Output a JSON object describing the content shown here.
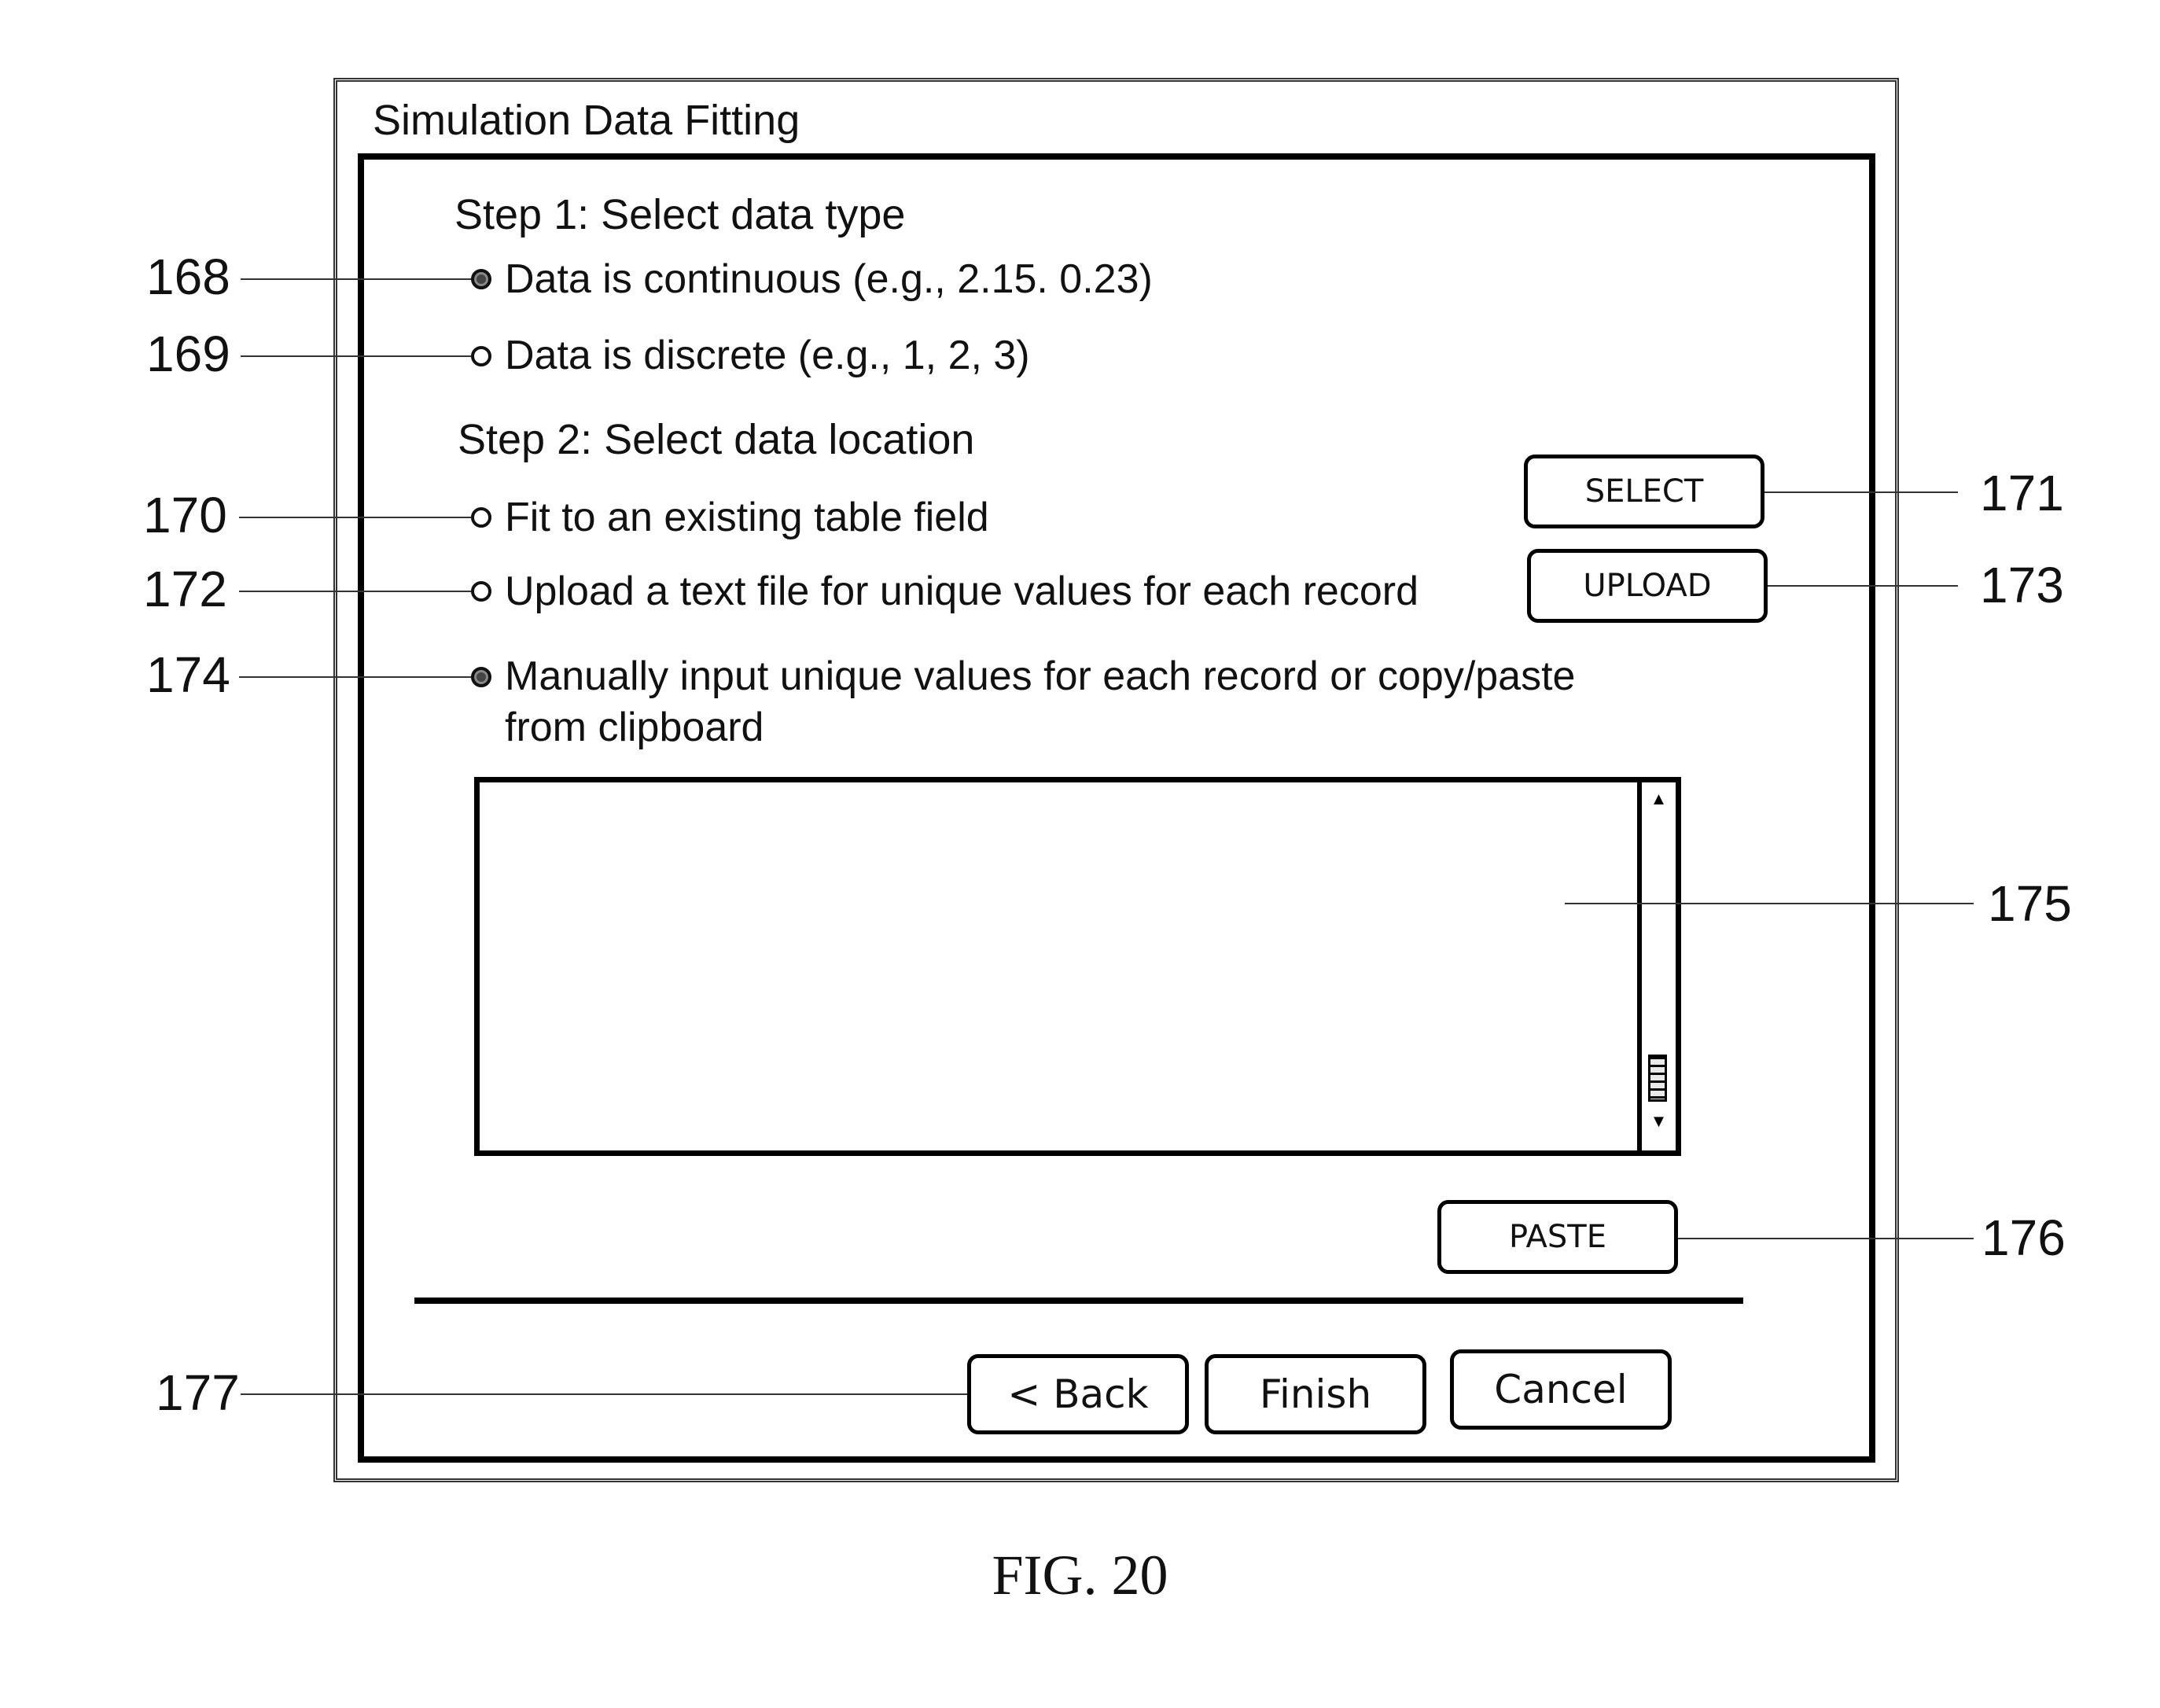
{
  "window": {
    "title": "Simulation Data Fitting"
  },
  "step1": {
    "title": "Step 1: Select data type",
    "options": [
      {
        "label": "Data is continuous (e.g., 2.15. 0.23)",
        "selected": true,
        "ref": "168"
      },
      {
        "label": "Data is discrete (e.g., 1, 2, 3)",
        "selected": false,
        "ref": "169"
      }
    ]
  },
  "step2": {
    "title": "Step 2: Select data location",
    "options": [
      {
        "label": "Fit to an existing table field",
        "selected": false,
        "ref": "170"
      },
      {
        "label": "Upload a text file for unique values for each record",
        "selected": false,
        "ref": "172"
      },
      {
        "label_line1": "Manually input unique values for each record or copy/paste",
        "label_line2": "from clipboard",
        "selected": true,
        "ref": "174"
      }
    ],
    "select_button": {
      "label": "SELECT",
      "ref": "171"
    },
    "upload_button": {
      "label": "UPLOAD",
      "ref": "173"
    }
  },
  "values_box": {
    "value": "",
    "ref": "175"
  },
  "paste_button": {
    "label": "PASTE",
    "ref": "176"
  },
  "nav": {
    "back_label": "< Back",
    "finish_label": "Finish",
    "cancel_label": "Cancel",
    "ref": "177"
  },
  "caption": "FIG. 20",
  "icons": [
    "radio-checked-icon",
    "radio-unchecked-icon",
    "scroll-up-arrow-icon",
    "scroll-down-arrow-icon",
    "scroll-thumb-icon"
  ]
}
